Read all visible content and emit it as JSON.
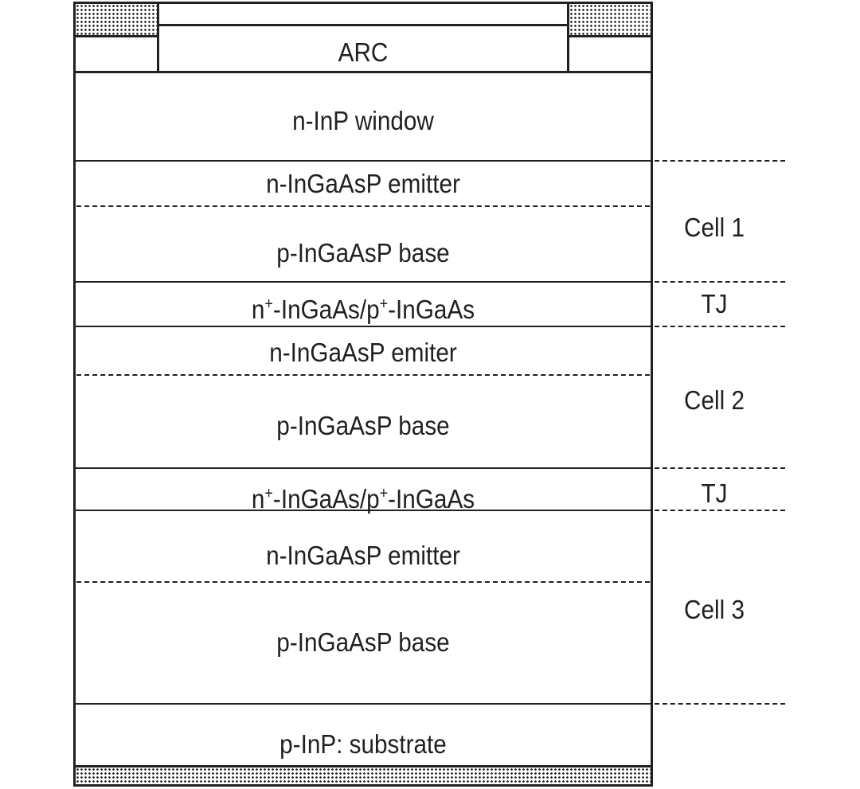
{
  "layers": {
    "arc": "ARC",
    "window": "n-InP window",
    "cell1_emitter": "n-InGaAsP emitter",
    "cell1_base": "p-InGaAsP base",
    "tj1": {
      "n": "n",
      "plus": "+",
      "mid": "-InGaAs/p",
      "end": "-InGaAs"
    },
    "cell2_emitter": "n-InGaAsP emiter",
    "cell2_base": "p-InGaAsP base",
    "tj2": {
      "n": "n",
      "plus": "+",
      "mid": "-InGaAs/p",
      "end": "-InGaAs"
    },
    "cell3_emitter": "n-InGaAsP emitter",
    "cell3_base": "p-InGaAsP base",
    "substrate": "p-InP: substrate"
  },
  "groups": {
    "cell1": "Cell 1",
    "tj1": "TJ",
    "cell2": "Cell 2",
    "tj2": "TJ",
    "cell3": "Cell 3"
  }
}
